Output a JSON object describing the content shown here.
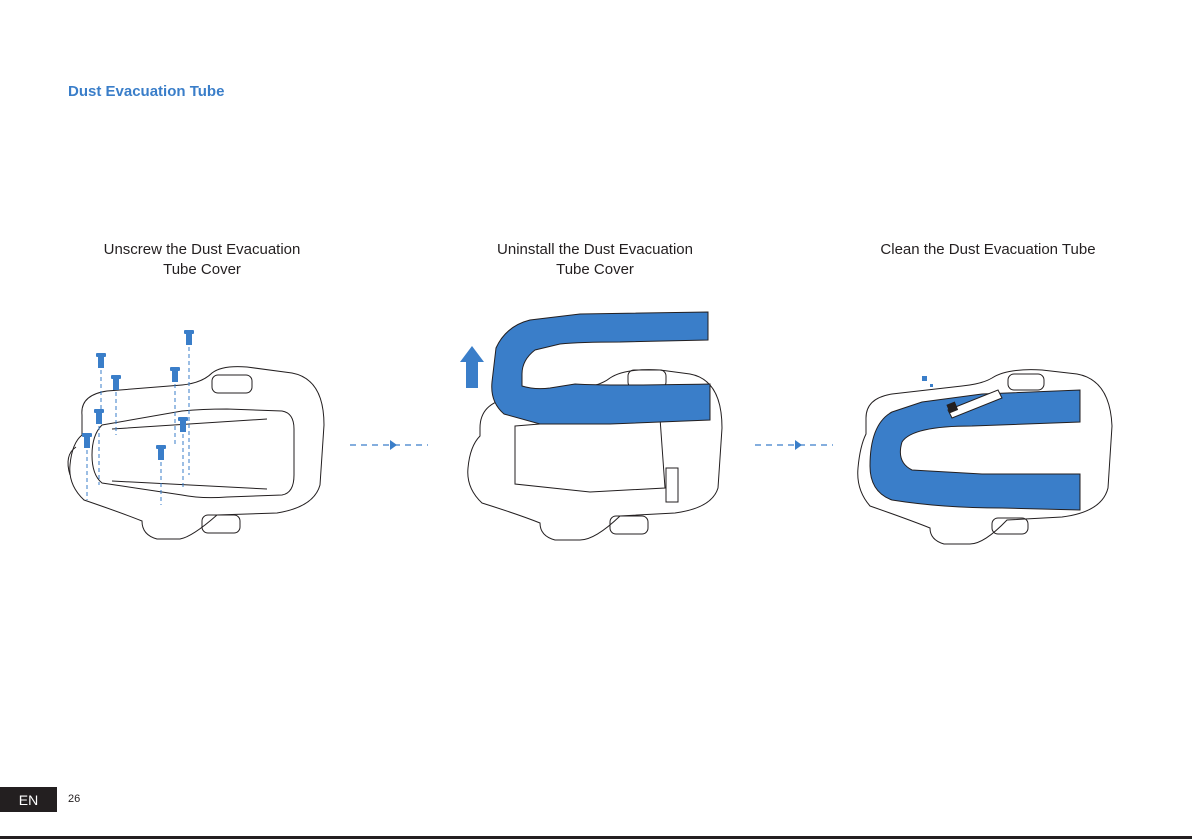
{
  "section": {
    "title": "Dust Evacuation Tube"
  },
  "steps": [
    {
      "caption_line1": "Unscrew the Dust Evacuation",
      "caption_line2": "Tube Cover",
      "illustration_icon": "unscrew-cover-illustration"
    },
    {
      "caption_line1": "Uninstall the Dust Evacuation",
      "caption_line2": "Tube Cover",
      "illustration_icon": "lift-cover-illustration"
    },
    {
      "caption_line1": "Clean the Dust Evacuation Tube",
      "caption_line2": "",
      "illustration_icon": "clean-tube-illustration"
    }
  ],
  "footer": {
    "language": "EN",
    "page_number": "26"
  },
  "colors": {
    "accent": "#3a7ec9",
    "text": "#231f20",
    "line": "#231f20",
    "background": "#ffffff"
  }
}
